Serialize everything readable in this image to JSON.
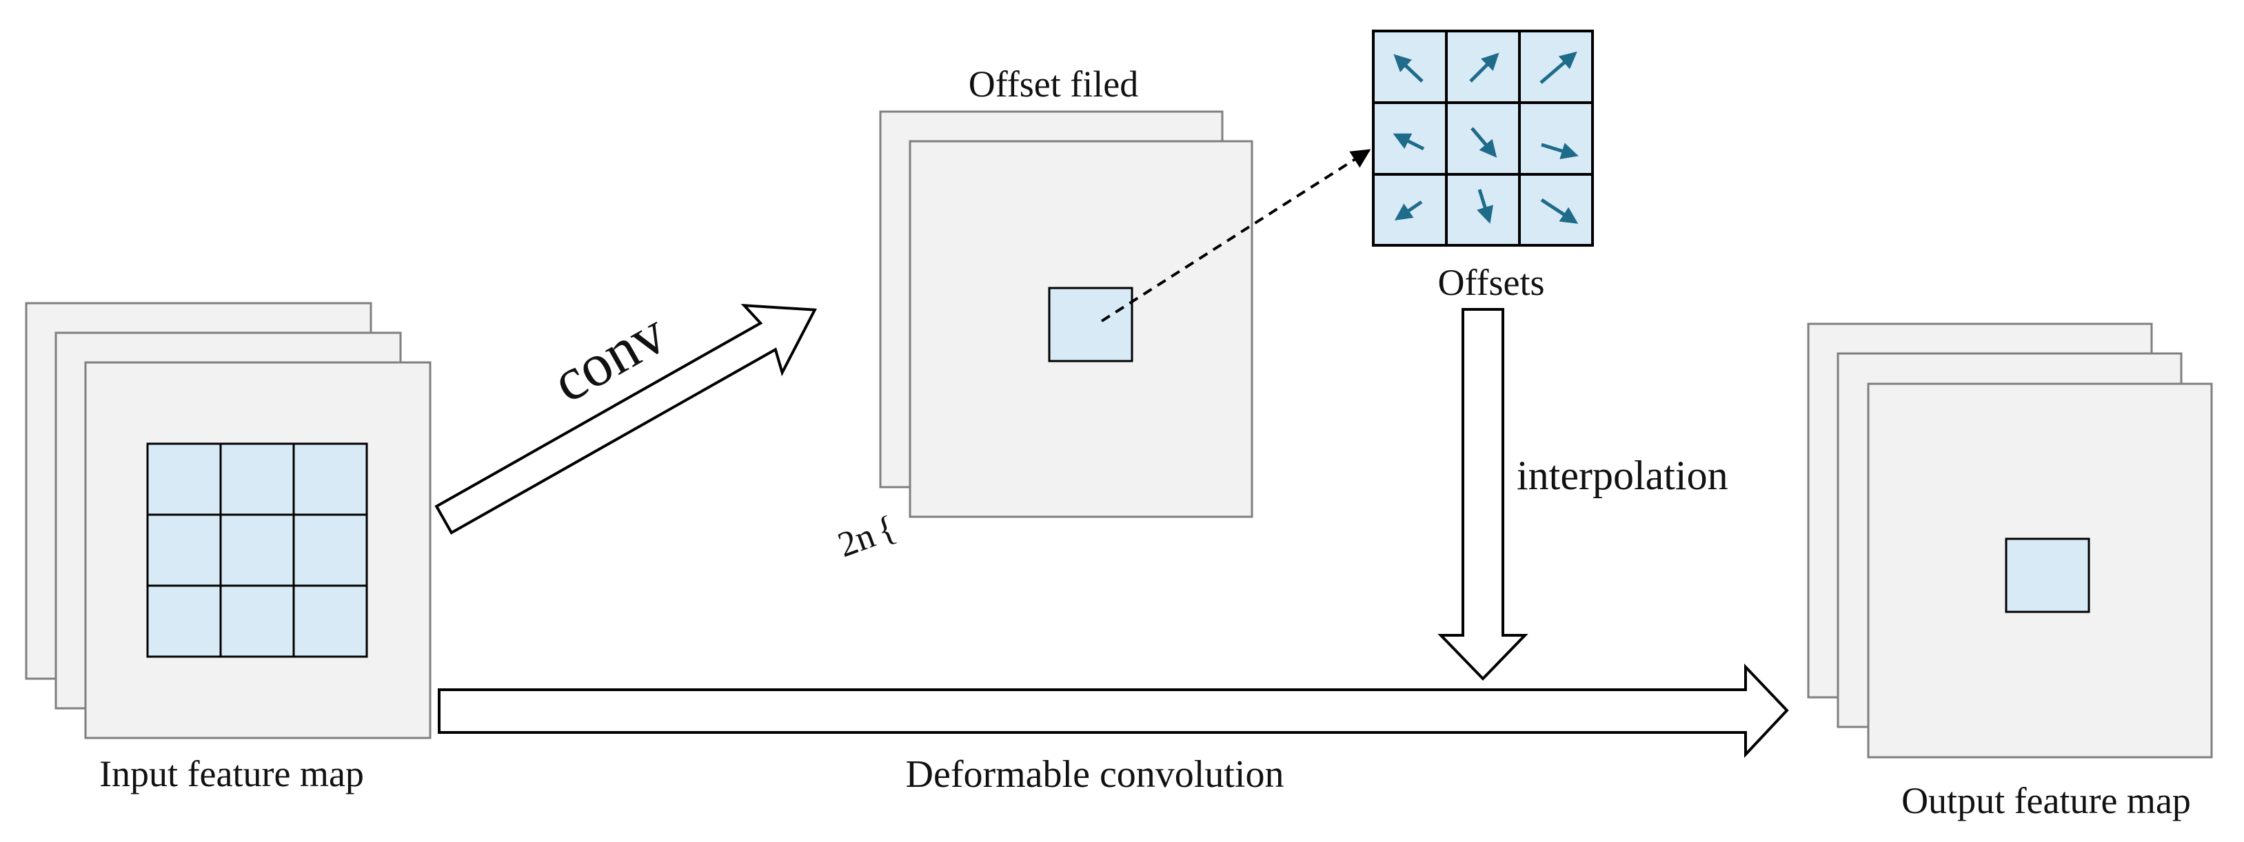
{
  "labels": {
    "input_feature_map": "Input feature map",
    "conv": "conv",
    "offset_field": "Offset filed",
    "two_n": "2n",
    "two_n_brace": "{",
    "offsets": "Offsets",
    "interpolation": "interpolation",
    "deformable_convolution": "Deformable convolution",
    "output_feature_map": "Output feature map"
  },
  "offset_arrows": [
    {
      "cell": "r1c1",
      "direction": "up-left"
    },
    {
      "cell": "r1c2",
      "direction": "up-right"
    },
    {
      "cell": "r1c3",
      "direction": "up-right"
    },
    {
      "cell": "r2c1",
      "direction": "left"
    },
    {
      "cell": "r2c2",
      "direction": "down-right"
    },
    {
      "cell": "r2c3",
      "direction": "right"
    },
    {
      "cell": "r3c1",
      "direction": "down-left"
    },
    {
      "cell": "r3c2",
      "direction": "down"
    },
    {
      "cell": "r3c3",
      "direction": "down-right"
    }
  ],
  "colors": {
    "sheet_fill": "#f2f2f2",
    "sheet_stroke": "#7f7f7f",
    "kernel_fill": "#d9eaf7",
    "outline": "#000000",
    "offset_arrow": "#1f6b8a",
    "background": "#ffffff"
  }
}
